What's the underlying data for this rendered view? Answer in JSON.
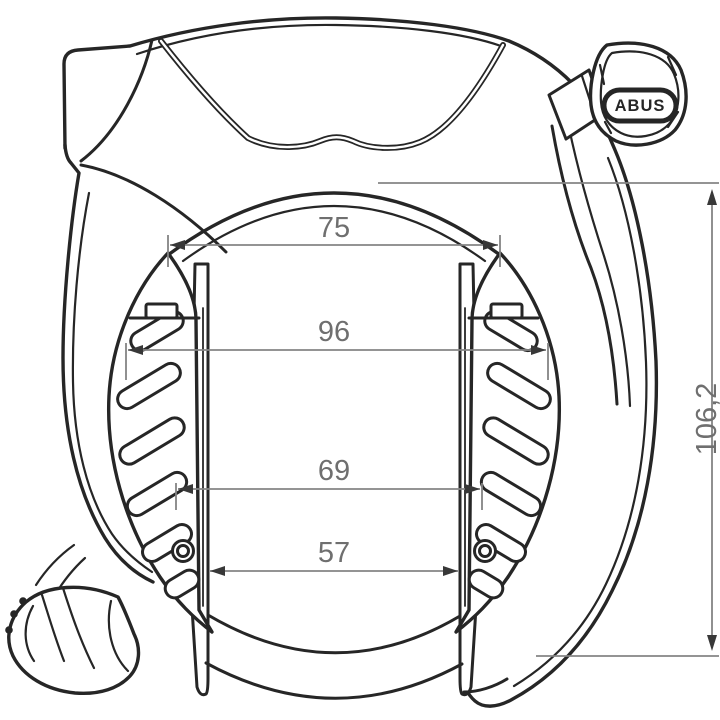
{
  "image_type": "technical dimension drawing",
  "subject": "bicycle frame lock with key",
  "key": {
    "brand": "ABUS"
  },
  "dimensions": {
    "top_opening_width": {
      "label": "75"
    },
    "outer_shield_width": {
      "label": "96"
    },
    "inner_width": {
      "label": "69"
    },
    "slot_width": {
      "label": "57"
    },
    "overall_height": {
      "label": "106,2"
    }
  },
  "colors": {
    "outline": "#262626",
    "dimension_line": "#848484",
    "dimension_text": "#6f6f6f",
    "background": "#ffffff"
  }
}
